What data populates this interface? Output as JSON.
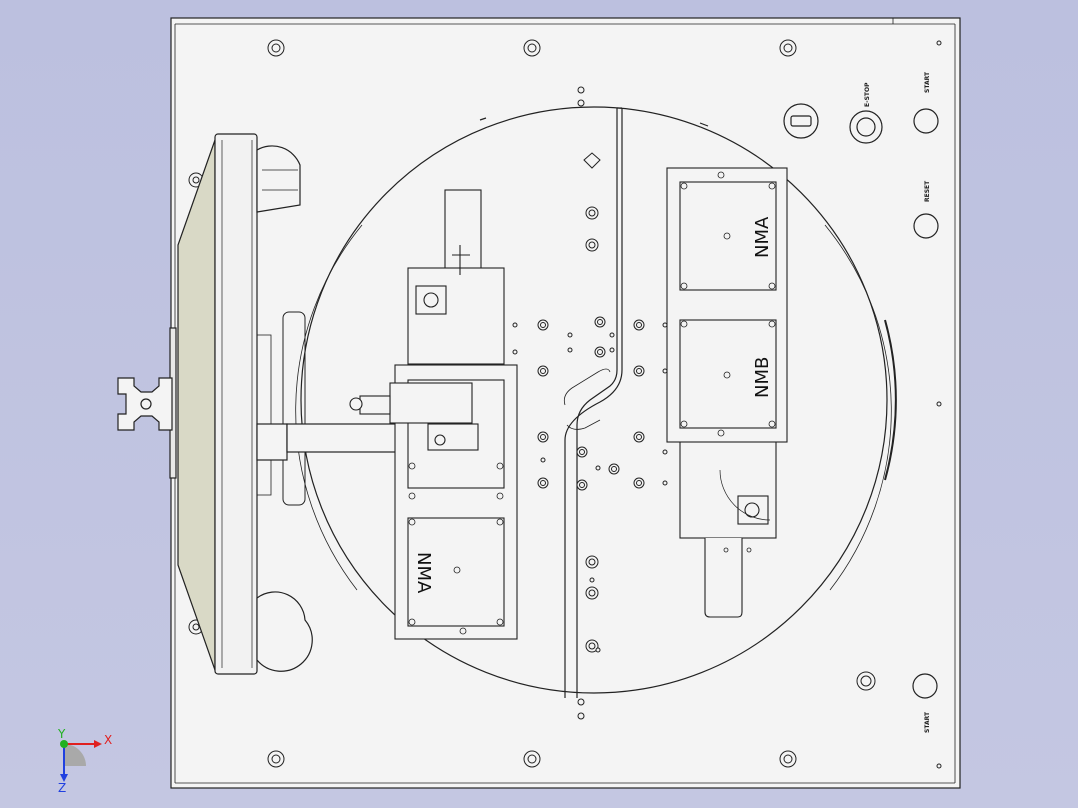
{
  "panel_labels": {
    "estop": "E-STOP",
    "start_top": "START",
    "reset": "RESET",
    "start_bottom": "START"
  },
  "fixture_labels": {
    "left_lower": "NMA",
    "right_upper": "NMA",
    "right_lower": "NMB"
  },
  "triad": {
    "x_label": "X",
    "y_label": "Y",
    "z_label": "Z",
    "colors": {
      "x": "#e02020",
      "y": "#20b020",
      "z": "#2040e0"
    }
  },
  "colors": {
    "background": "#bcc0df",
    "plate": "#f4f4f4",
    "line": "#222222",
    "rail": "#d9d9c6"
  }
}
